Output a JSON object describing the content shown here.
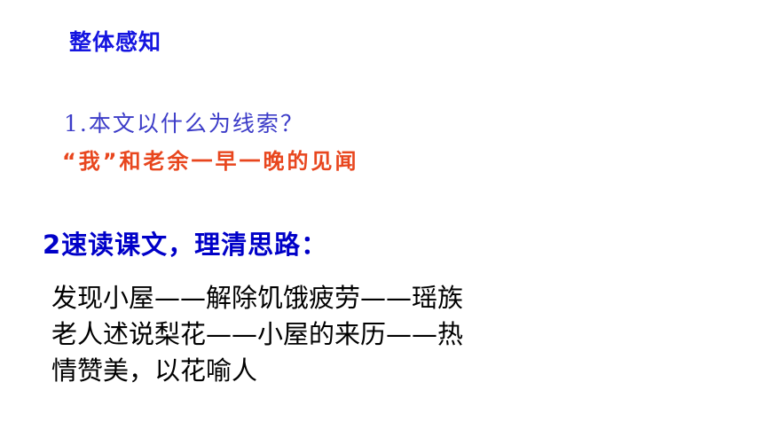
{
  "slide": {
    "title": "整体感知",
    "question": "1.本文以什么为线索？",
    "answer": "“我”和老余一早一晚的见闻",
    "task": "2速读课文，理清思路：",
    "summary_lines": [
      "发现小屋——解除饥饿疲劳——瑶族",
      "老人述说梨花——小屋的来历——热",
      "情赞美，以花喻人"
    ]
  },
  "colors": {
    "title": "#1515e0",
    "question": "#3c3cc8",
    "answer": "#e8461e",
    "task": "#0000c8",
    "body": "#000000",
    "background": "#ffffff"
  }
}
